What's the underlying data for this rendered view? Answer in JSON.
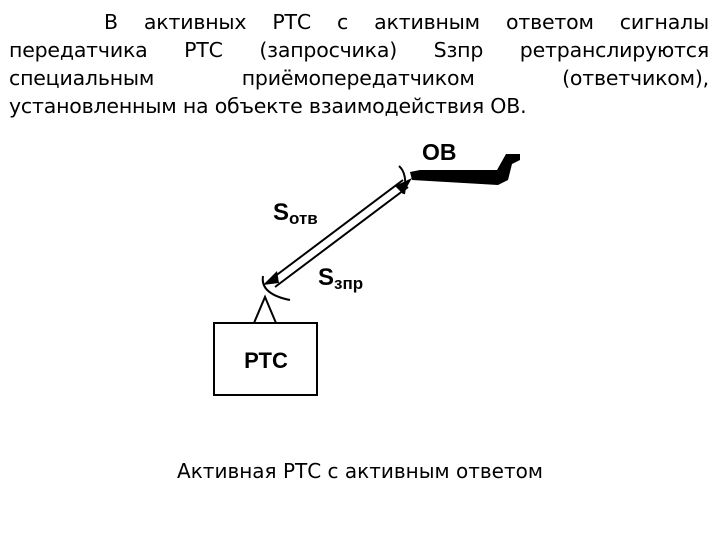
{
  "paragraph": {
    "lines": [
      "В активных РТС с активным ответом сигналы",
      "передатчика РТС (запросчика) Sзпр ретранслируются",
      "специальным приёмопередатчиком (ответчиком),",
      "установленным на объекте взаимодействия ОВ."
    ]
  },
  "diagram": {
    "object_label": "ОВ",
    "station_label": "РТС",
    "signal_reply": {
      "base": "S",
      "sub": "отв"
    },
    "signal_query": {
      "base": "S",
      "sub": "зпр"
    }
  },
  "caption": "Активная РТС с активным ответом"
}
